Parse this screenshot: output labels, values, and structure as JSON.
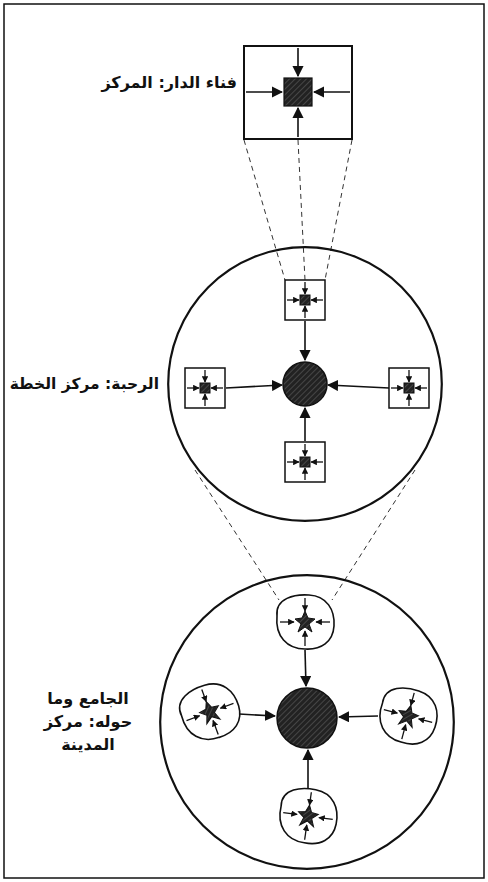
{
  "diagram": {
    "nodes": [
      {
        "text": [
          "فناء الدار: المركز"
        ]
      },
      {
        "text": [
          "الرحبة: مركز الخطة"
        ]
      },
      {
        "text": [
          "الجامع وما حوله: مركز المدينة"
        ]
      }
    ]
  }
}
